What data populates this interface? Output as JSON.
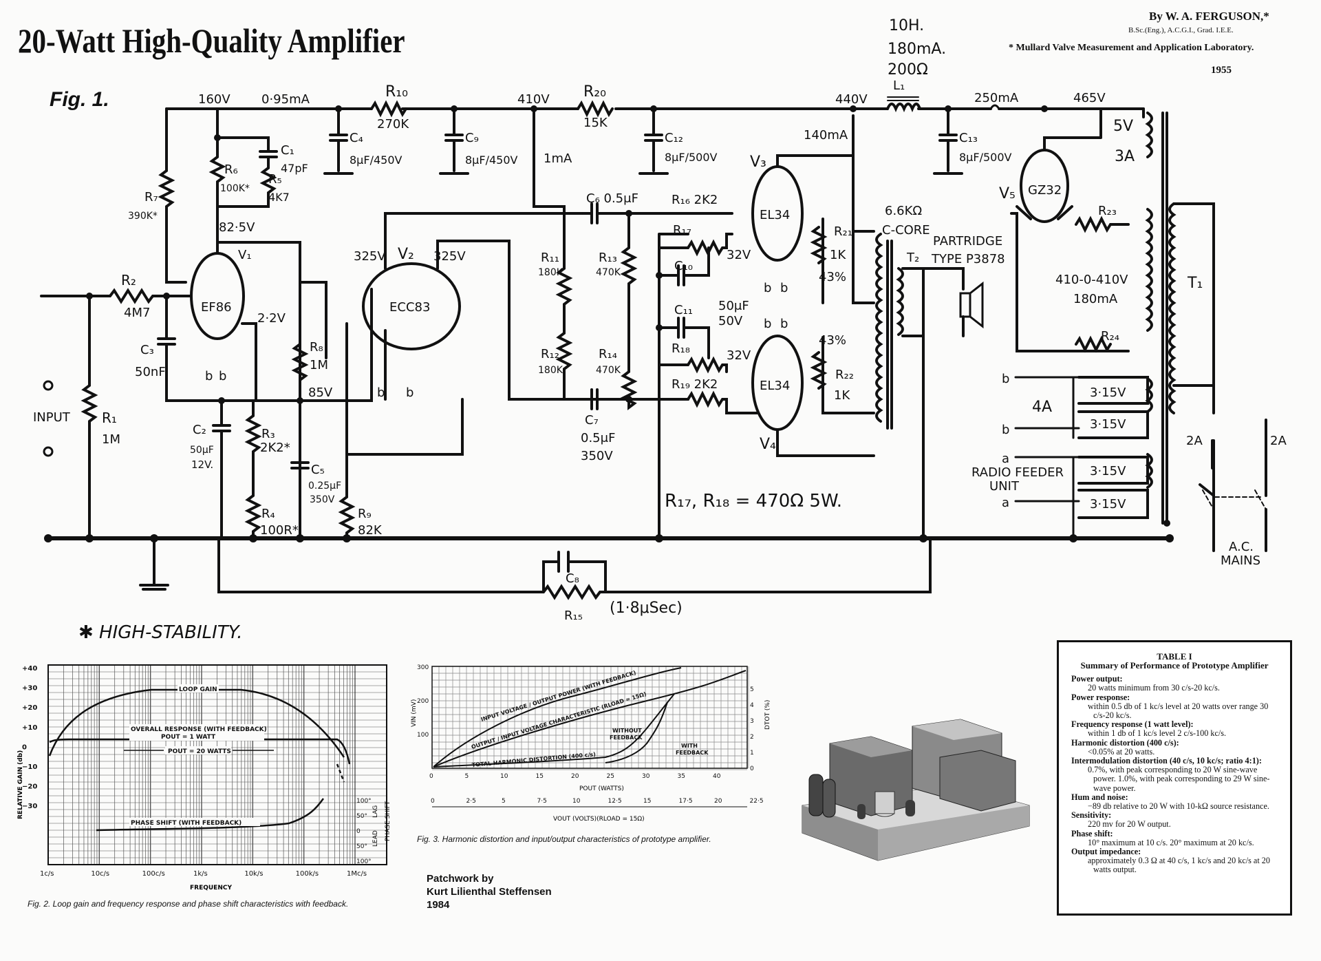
{
  "header": {
    "title": "20-Watt High-Quality Amplifier",
    "author": "By W. A. FERGUSON,*",
    "qualifications": "B.Sc.(Eng.), A.C.G.I., Grad. I.E.E.",
    "laboratory": "* Mullard Valve Measurement and Application Laboratory.",
    "year": "1955"
  },
  "schematic": {
    "figure_label": "Fig. 1.",
    "choke_spec": [
      "10H.",
      "180mA.",
      "200Ω"
    ],
    "labels": {
      "v160": "160V",
      "i095": "0·95mA",
      "r10": "R₁₀",
      "r10v": "270K",
      "v410": "410V",
      "r20": "R₂₀",
      "r20v": "15K",
      "v440": "440V",
      "l1": "L₁",
      "i250": "250mA",
      "v465": "465V",
      "i140": "140mA",
      "i1": "1mA",
      "c4": "C₄",
      "c4v": "8μF/450V",
      "c9": "C₉",
      "c9v": "8μF/450V",
      "c12": "C₁₂",
      "c12v": "8μF/500V",
      "c13": "C₁₃",
      "c13v": "8μF/500V",
      "c1": "C₁",
      "c1v": "47pF",
      "r6": "R₆",
      "r6v": "100K*",
      "r5": "R₅",
      "r5v": "4K7",
      "r7": "R₇",
      "r7v": "390K*",
      "v825": "82·5V",
      "v1": "V₁",
      "ef86": "EF86",
      "r2": "R₂",
      "r2v": "4M7",
      "c3": "C₃",
      "c3v": "50nF",
      "v22": "2·2V",
      "input": "INPUT",
      "r1": "R₁",
      "r1v": "1M",
      "c2": "C₂",
      "c2v": "50μF",
      "c2v2": "12V.",
      "r3": "R₃",
      "r3v": "2K2*",
      "r4": "R₄",
      "r4v": "100R*",
      "v325a": "325V",
      "v2": "V₂",
      "v325b": "325V",
      "ecc83": "ECC83",
      "r8": "R₈",
      "r8v": "1M",
      "v85": "85V",
      "c5": "C₅",
      "c5v": "0.25μF",
      "c5v2": "350V",
      "r9": "R₉",
      "r9v": "82K",
      "c6": "C₆ 0.5μF",
      "r16": "R₁₆ 2K2",
      "r11": "R₁₁",
      "r11v": "180K",
      "r13": "R₁₃",
      "r13v": "470K",
      "r12": "R₁₂",
      "r12v": "180K",
      "r14": "R₁₄",
      "r14v": "470K",
      "c7": "C₇",
      "c7v": "0.5μF",
      "c7v2": "350V",
      "r17": "R₁₇",
      "c10": "C₁₀",
      "c11": "C₁₁",
      "c1011v": "50μF",
      "c1011v2": "50V",
      "r18": "R₁₈",
      "r19": "R₁₉ 2K2",
      "v32a": "32V",
      "v32b": "32V",
      "v3": "V₃",
      "v4": "V₄",
      "el34a": "EL34",
      "el34b": "EL34",
      "r21": "R₂₁",
      "r21v": "1K",
      "r22": "R₂₂",
      "r22v": "1K",
      "pct1": "43%",
      "pct2": "43%",
      "imp": "6.6KΩ",
      "core": "C-CORE",
      "t2": "T₂",
      "partridge": "PARTRIDGE",
      "ptype": "TYPE P3878",
      "r1718": "R₁₇, R₁₈ = 470Ω 5W.",
      "v5": "V₅",
      "gz32": "GZ32",
      "v5lab": "5V",
      "a3": "3A",
      "r23": "R₂₃",
      "r24": "R₂₄",
      "hv": "410-0-410V",
      "hvi": "180mA",
      "t1": "T₁",
      "a4": "4A",
      "f1": "3·15V",
      "f2": "3·15V",
      "f3": "3·15V",
      "f4": "3·15V",
      "radio": "RADIO FEEDER",
      "unit": "UNIT",
      "fuse1": "2A",
      "fuse2": "2A",
      "mains": "A.C.",
      "mains2": "MAINS",
      "c8": "C₈",
      "r15": "R₁₅",
      "sec": "(1·8μSec)",
      "b": "b",
      "a": "a"
    },
    "note": "✱ HIGH-STABILITY."
  },
  "fig2": {
    "caption": "Fig. 2.  Loop gain and frequency response and phase shift characteristics with feedback.",
    "ylabel": "RELATIVE GAIN (db)",
    "xlabel": "FREQUENCY",
    "y_ticks": [
      "+40",
      "+30",
      "+20",
      "+10",
      "0",
      "−10",
      "−20",
      "−30"
    ],
    "x_ticks": [
      "1c/s",
      "10c/s",
      "100c/s",
      "1k/s",
      "10k/s",
      "100k/s",
      "1Mc/s"
    ],
    "phase_ticks": [
      "100°",
      "50°",
      "0",
      "50°",
      "100°"
    ],
    "lag": "LAG",
    "lead": "LEAD",
    "phase_axis": "PHASE SHIFT",
    "labels": {
      "loop": "LOOP GAIN",
      "overall": "OVERALL RESPONSE (WITH FEEDBACK)",
      "pout1": "POUT = 1 WATT",
      "pout20": "POUT = 20 WATTS",
      "phase": "PHASE SHIFT (WITH FEEDBACK)"
    }
  },
  "fig3": {
    "caption": "Fig. 3.   Harmonic distortion and input/output characteristics of prototype amplifier.",
    "ylabel": "VIN (mV)",
    "y2label": "DTOT (%)",
    "xlabel": "POUT (WATTS)",
    "x2label": "VOUT (VOLTS)(RLOAD = 15Ω)",
    "y_ticks": [
      "300",
      "200",
      "100"
    ],
    "y2_ticks": [
      "5",
      "4",
      "3",
      "2",
      "1",
      "0"
    ],
    "x_ticks": [
      "0",
      "5",
      "10",
      "15",
      "20",
      "25",
      "30",
      "35",
      "40"
    ],
    "x2_ticks": [
      "0",
      "2·5",
      "5",
      "7·5",
      "10",
      "12·5",
      "15",
      "17·5",
      "20",
      "22·5"
    ],
    "labels": {
      "c1": "INPUT VOLTAGE / OUTPUT POWER (WITH FEEDBACK)",
      "c2": "OUTPUT / INPUT VOLTAGE CHARACTERISTIC (RLOAD = 15Ω)",
      "c3": "TOTAL HARMONIC DISTORTION (400 c/s)",
      "wo": "WITHOUT",
      "wo2": "FEEDBACK",
      "w": "WITH",
      "w2": "FEEDBACK"
    }
  },
  "credit": "Patchwork by\nKurt Lilienthal Steffensen\n1984",
  "table1": {
    "title": "TABLE I",
    "subtitle": "Summary of Performance of Prototype Amplifier",
    "rows": [
      {
        "h": "Power output:",
        "b": "20 watts minimum from 30 c/s-20 kc/s."
      },
      {
        "h": "Power response:",
        "b": "within 0.5 db of 1 kc/s level at 20 watts over range 30 c/s-20 kc/s."
      },
      {
        "h": "Frequency response (1 watt level):",
        "b": "within 1 db of 1 kc/s level 2 c/s-100 kc/s."
      },
      {
        "h": "Harmonic distortion (400 c/s):",
        "b": "<0.05% at 20 watts."
      },
      {
        "h": "Intermodulation distortion (40 c/s, 10 kc/s; ratio 4:1):",
        "b": "0.7%, with peak corresponding to 20 W sine-wave power.  1.0%, with peak corresponding to 29 W sine-wave power."
      },
      {
        "h": "Hum and noise:",
        "b": "−89 db relative to 20 W with 10-kΩ source resistance."
      },
      {
        "h": "Sensitivity:",
        "b": "220 mv for 20 W output."
      },
      {
        "h": "Phase shift:",
        "b": "10° maximum at 10 c/s.  20° maximum at 20 kc/s."
      },
      {
        "h": "Output impedance:",
        "b": "approximately 0.3 Ω at 40 c/s, 1 kc/s and 20 kc/s at 20 watts output."
      }
    ]
  },
  "colors": {
    "ink": "#111111",
    "paper": "#fbfbfa",
    "grid": "#555555"
  }
}
